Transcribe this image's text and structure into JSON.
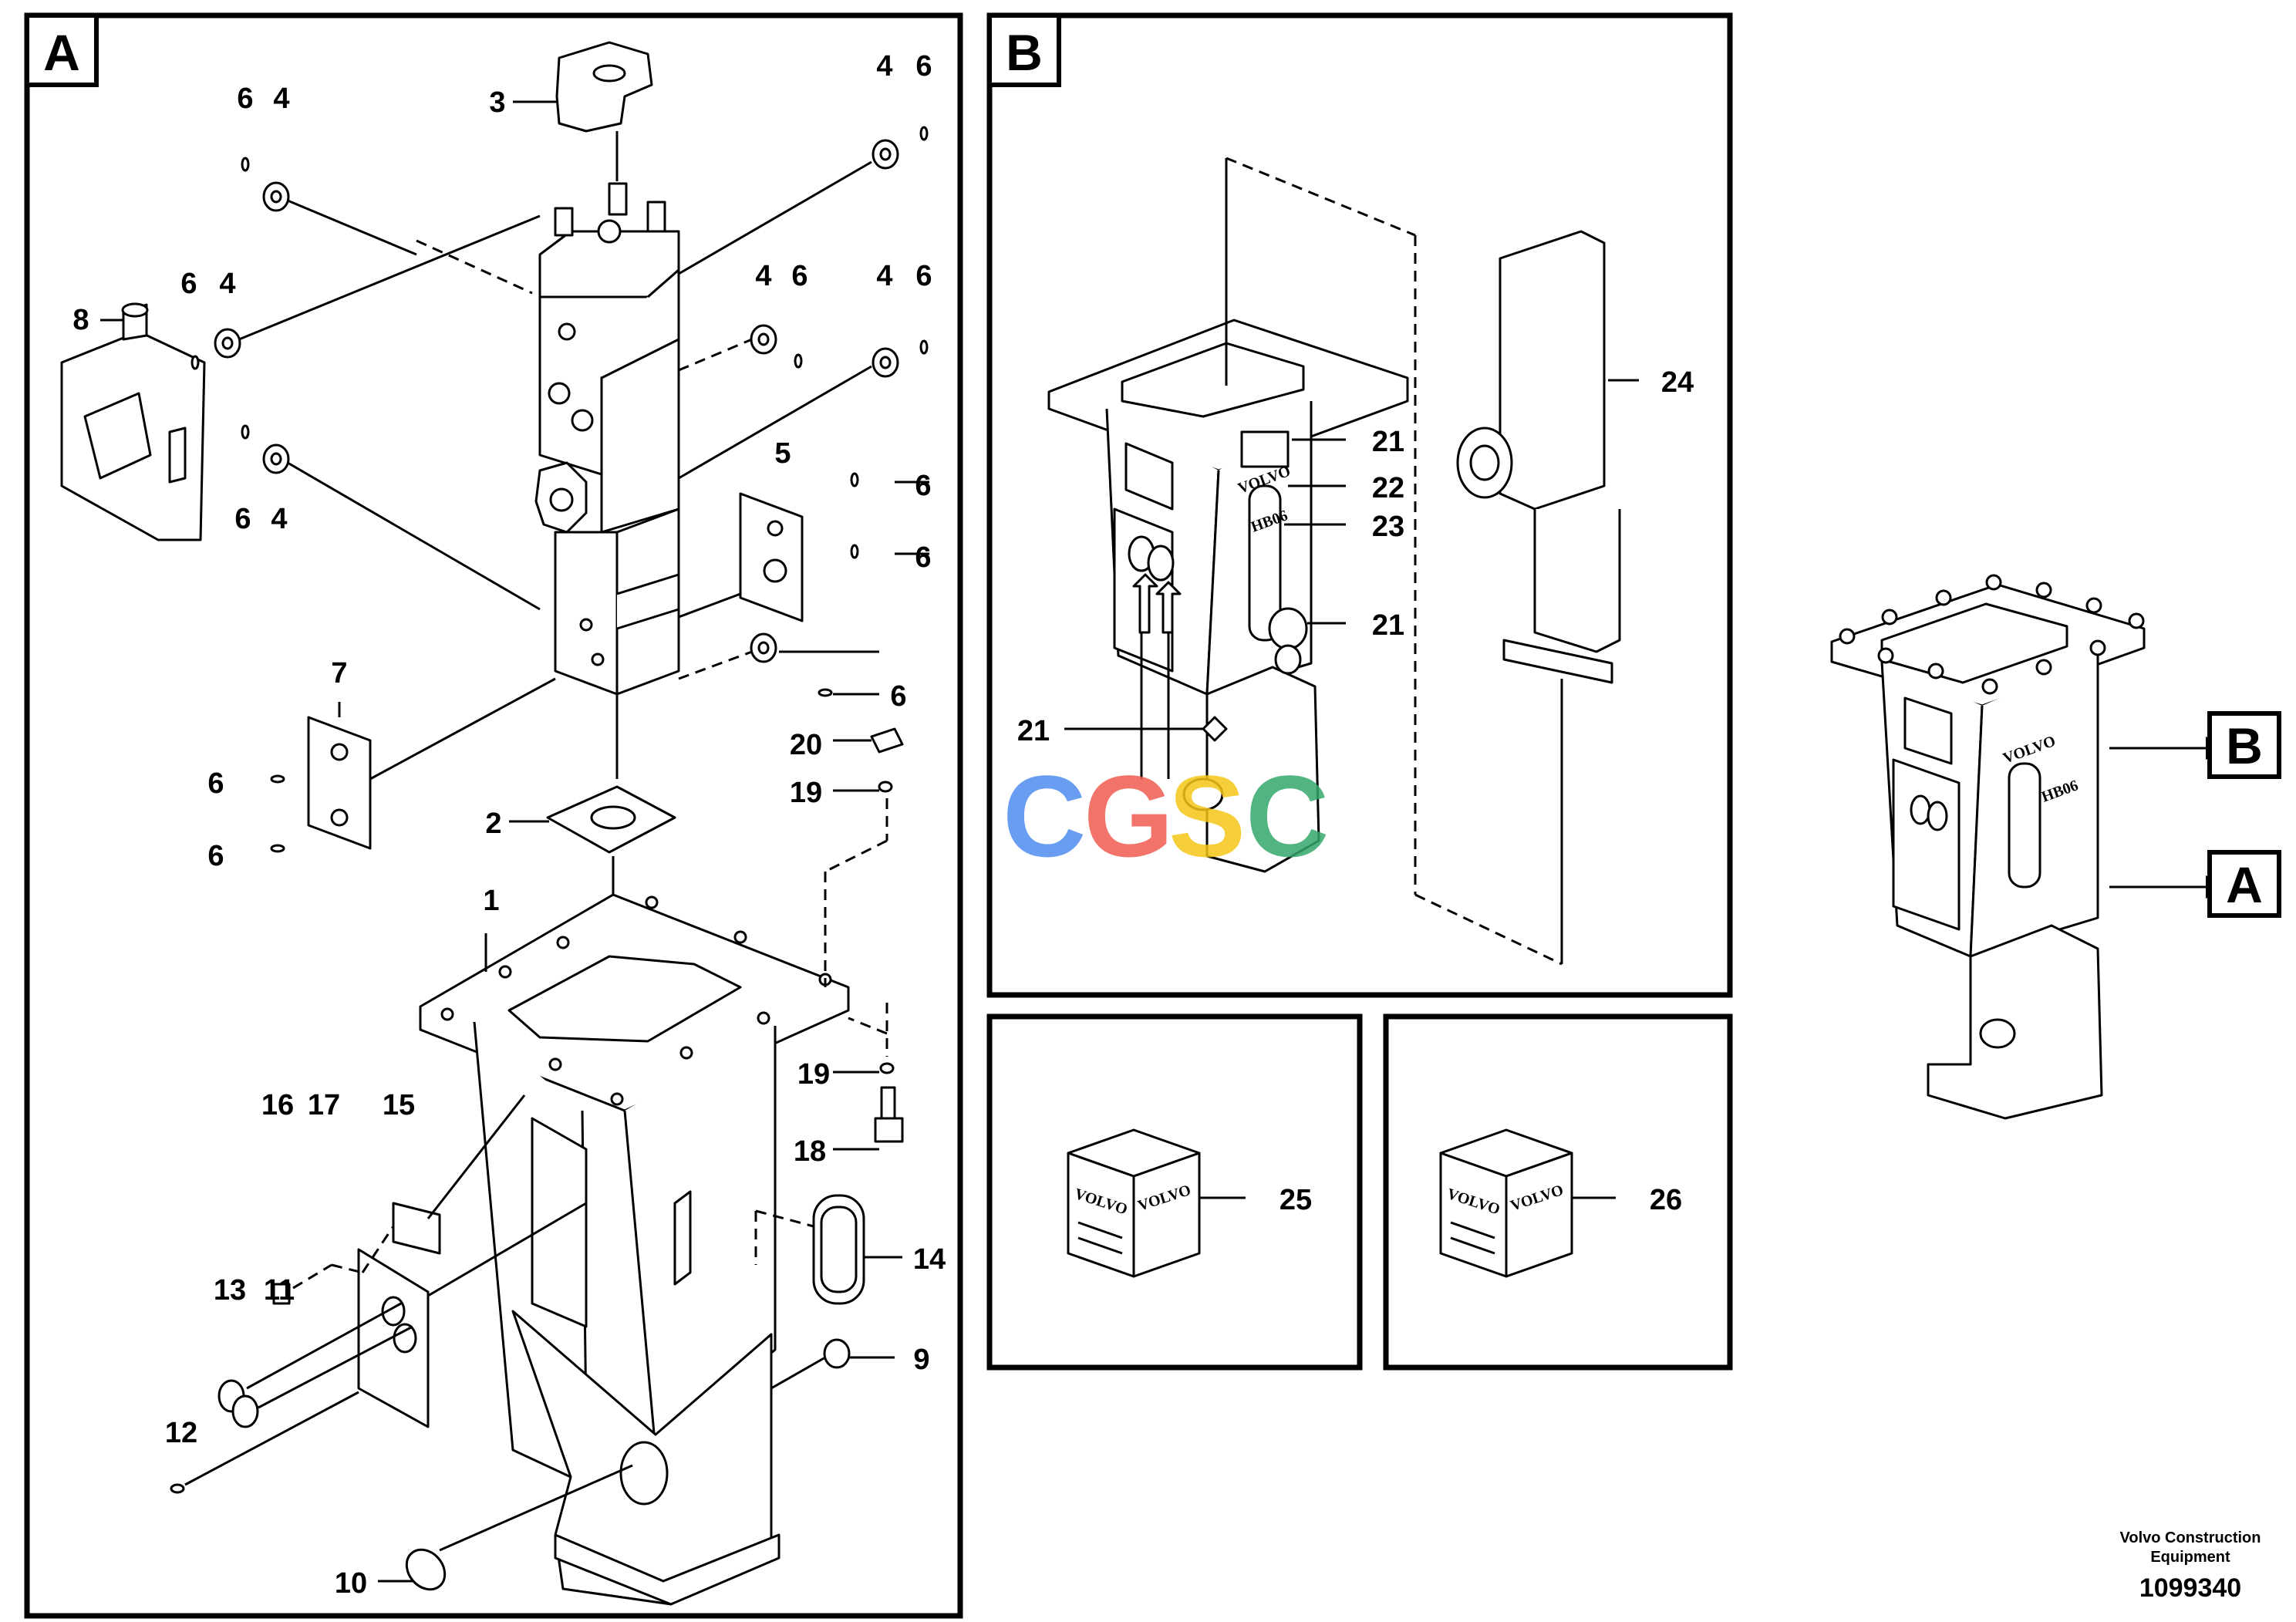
{
  "panels": {
    "a": "A",
    "b": "B"
  },
  "callouts": {
    "a": "A",
    "b": "B"
  },
  "part_labels": {
    "p1": "1",
    "p2": "2",
    "p3": "3",
    "p4a": "4",
    "p4b": "4",
    "p4c": "4",
    "p4d": "4",
    "p4e": "4",
    "p4f": "4",
    "p5": "5",
    "p6a": "6",
    "p6b": "6",
    "p6c": "6",
    "p6d": "6",
    "p6e": "6",
    "p6f": "6",
    "p6g": "6",
    "p6h": "6",
    "p6i": "6",
    "p6j": "6",
    "p6k": "6",
    "p7": "7",
    "p8": "8",
    "p9": "9",
    "p10": "10",
    "p11": "11",
    "p12": "12",
    "p13": "13",
    "p14": "14",
    "p15": "15",
    "p16": "16",
    "p17": "17",
    "p18": "18",
    "p19a": "19",
    "p19b": "19",
    "p20": "20",
    "p21a": "21",
    "p21b": "21",
    "p21c": "21",
    "p22": "22",
    "p23": "23",
    "p24": "24",
    "p25": "25",
    "p26": "26"
  },
  "decal_text": {
    "brand": "VOLVO",
    "model": "HB06"
  },
  "kit_boxes": {
    "brand": "VOLVO"
  },
  "watermark": [
    "C",
    "G",
    "S",
    "C"
  ],
  "footer": {
    "line1": "Volvo Construction",
    "line2": "Equipment",
    "number": "1099340"
  },
  "colors": {
    "watermark_blue": "#4f8cf0",
    "watermark_red": "#ee5b50",
    "watermark_yellow": "#f5c518",
    "watermark_green": "#34a76a"
  }
}
